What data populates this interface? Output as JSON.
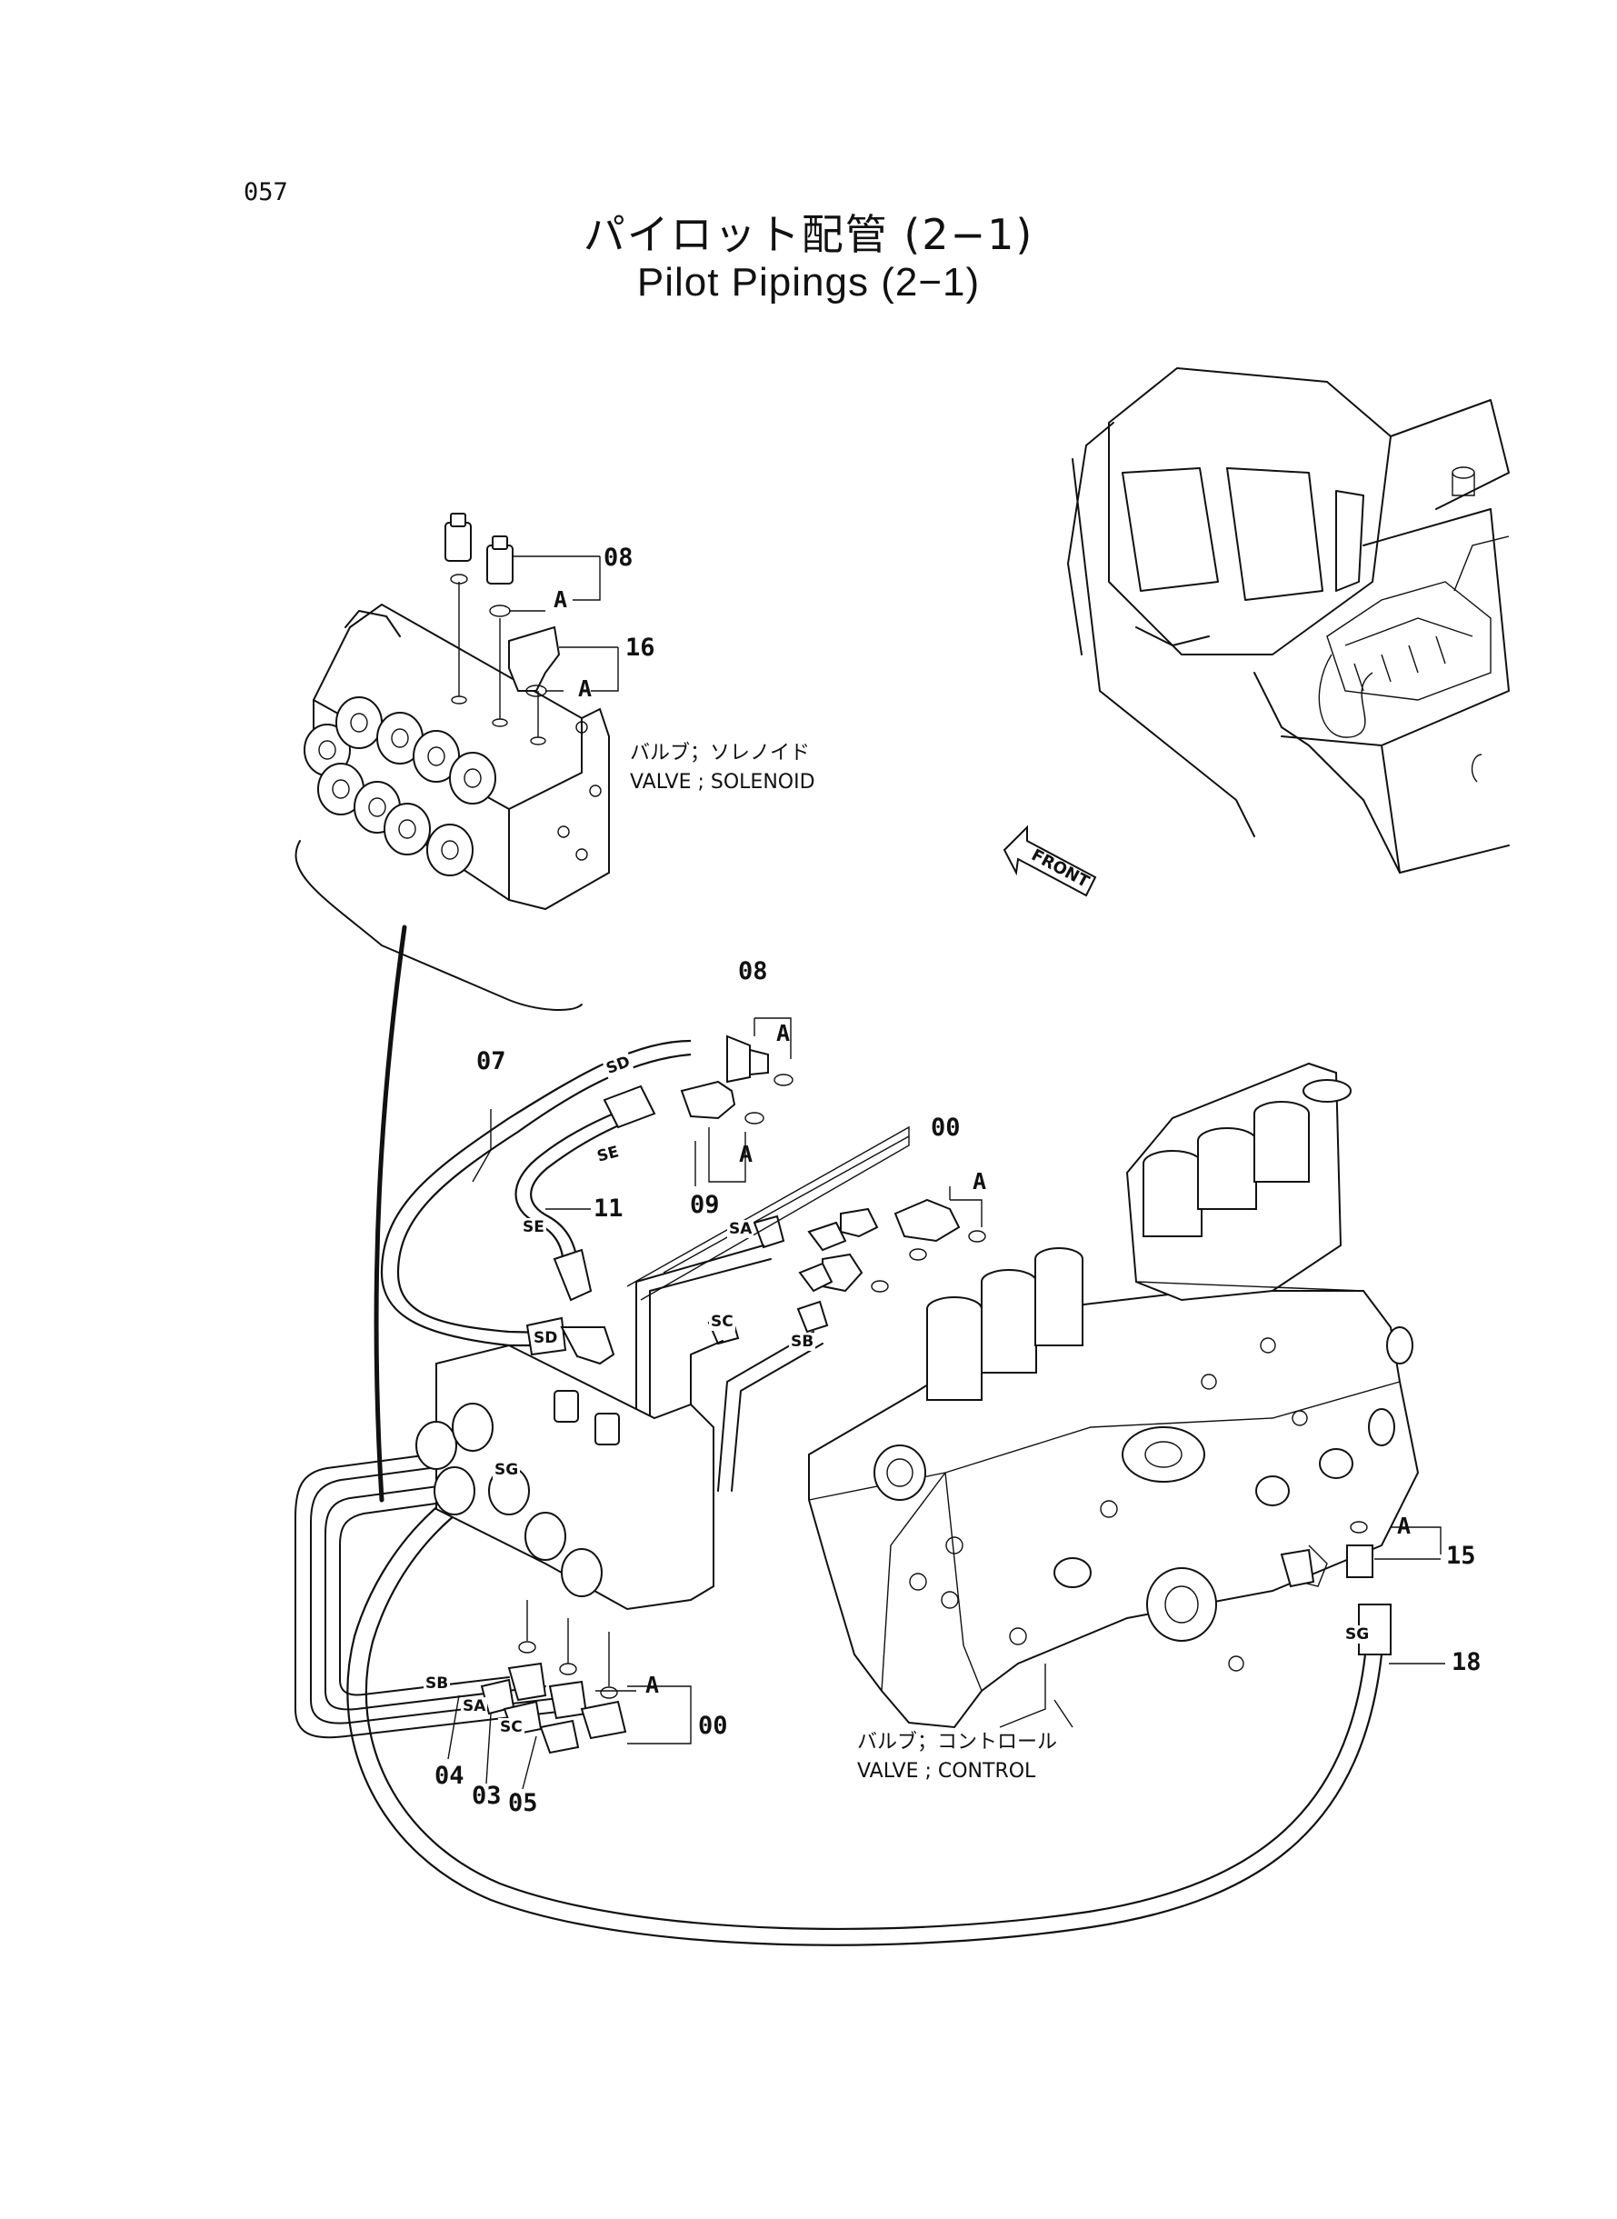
{
  "page": {
    "number": "057",
    "title_jp": "パイロット配管 (2−1)",
    "title_en": "Pilot Pipings (2−1)"
  },
  "captions": {
    "solenoid_jp": "バルブ；ソレノイド",
    "solenoid_en": "VALVE ; SOLENOID",
    "control_jp": "バルブ；コントロール",
    "control_en": "VALVE ; CONTROL",
    "front_arrow": "FRONT"
  },
  "callouts": {
    "c08_top": "08",
    "c16": "16",
    "c08_mid": "08",
    "c07": "07",
    "c09": "09",
    "c11": "11",
    "c00_mid": "00",
    "c15": "15",
    "c18": "18",
    "c00_bottom": "00",
    "c04": "04",
    "c03": "03",
    "c05": "05"
  },
  "letters": {
    "a1": "A",
    "a2": "A",
    "a3": "A",
    "a4": "A",
    "a5": "A",
    "a6": "A",
    "a7": "A"
  },
  "ports": {
    "sd1": "SD",
    "se1": "SE",
    "se2": "SE",
    "sa1": "SA",
    "sc1": "SC",
    "sb1": "SB",
    "sd2": "SD",
    "sg1": "SG",
    "sb2": "SB",
    "sa2": "SA",
    "sc2": "SC",
    "sg2": "SG"
  }
}
